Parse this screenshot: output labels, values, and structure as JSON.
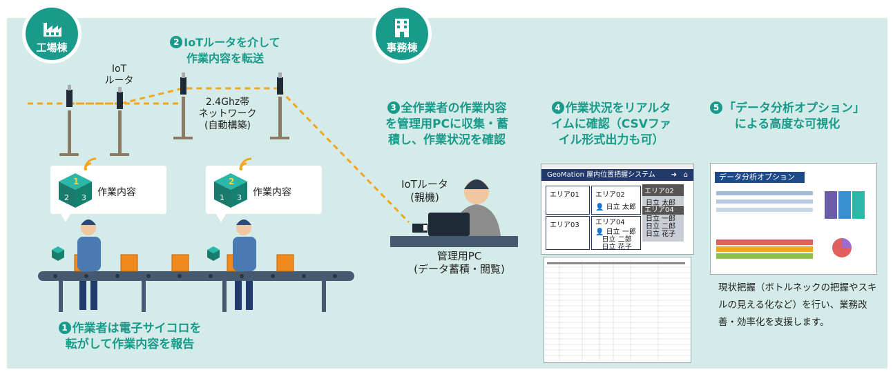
{
  "factory": {
    "label": "工場棟"
  },
  "office": {
    "label": "事務棟"
  },
  "iot_router_label": "IoT\nルータ",
  "network_label": "2.4Ghz帯\nネットワーク\n(自動構築)",
  "step2": {
    "num": "2",
    "text": "IoTルータを介して\n作業内容を転送"
  },
  "step1": {
    "num": "1",
    "text": "作業者は電子サイコロを\n転がして作業内容を報告"
  },
  "step3": {
    "num": "3",
    "text": "全作業者の作業内容\nを管理用PCに収集・蓄\n積し、作業状況を確認"
  },
  "step4": {
    "num": "4",
    "text": "作業状況をリアルタ\nイムに確認（CSVファ\nイル形式出力も可）"
  },
  "step5": {
    "num": "5",
    "text": "「データ分析オプション」\nによる高度な可視化"
  },
  "bubble1": {
    "text": "作業内容",
    "dice": [
      "1",
      "2",
      "3"
    ]
  },
  "bubble2": {
    "text": "作業内容",
    "dice": [
      "2",
      "1",
      "3"
    ]
  },
  "parent_router_label": "IoTルータ\n(親機)",
  "pc_label": "管理用PC\n(データ蓄積・閲覧)",
  "geomation": {
    "title": "GeoMation 屋内位置把握システム",
    "areas": [
      {
        "name": "エリア01",
        "people": []
      },
      {
        "name": "エリア02",
        "people": [
          "日立 太郎"
        ]
      },
      {
        "name": "エリア03",
        "people": []
      },
      {
        "name": "エリア04",
        "people": [
          "日立 一郎",
          "日立 二郎",
          "日立 花子"
        ]
      }
    ],
    "popups": [
      {
        "name": "エリア02",
        "people": [
          "日立 太郎"
        ]
      },
      {
        "name": "エリア04",
        "people": [
          "日立 一郎",
          "日立 二郎",
          "日立 花子"
        ]
      }
    ]
  },
  "analysis": {
    "title": "データ分析オプション"
  },
  "description": "現状把握（ボトルネックの把握やスキルの見える化など）を行い、業務改善・効率化を支援します。",
  "colors": {
    "teal": "#1a9a8a",
    "crate": "#f08a1c",
    "belt": "#455a70",
    "navy": "#223a6b",
    "router_line": "#f2a61a"
  }
}
